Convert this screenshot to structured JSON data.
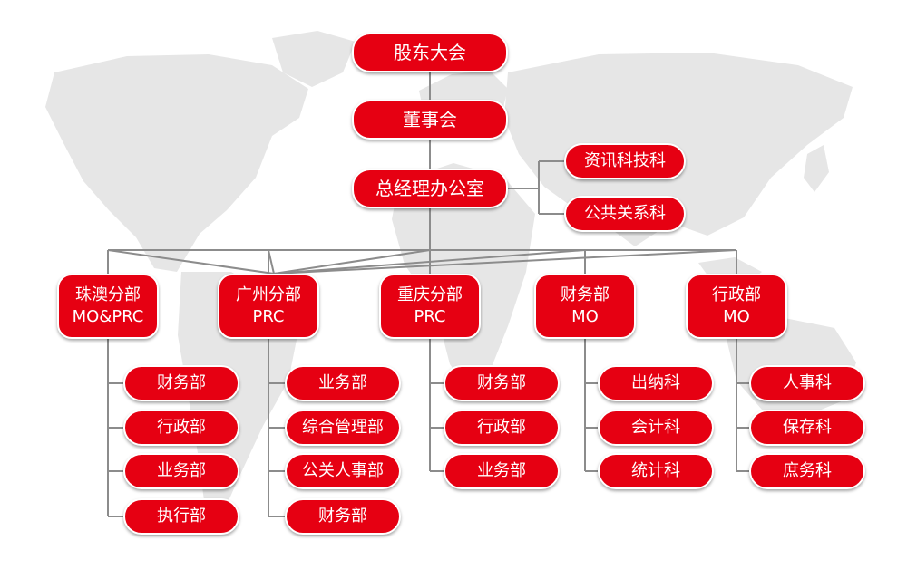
{
  "colors": {
    "node_fill": "#e60012",
    "node_text": "#ffffff",
    "connector": "#8c8c8c",
    "map": "#e6e6e6"
  },
  "top": {
    "shareholders": "股东大会",
    "board": "董事会",
    "gm_office": "总经理办公室"
  },
  "gm_side": [
    "资讯科技科",
    "公共关系科"
  ],
  "divisions": [
    {
      "name": "珠澳分部",
      "sub": "MO&PRC",
      "items": [
        "财务部",
        "行政部",
        "业务部",
        "执行部"
      ]
    },
    {
      "name": "广州分部",
      "sub": "PRC",
      "items": [
        "业务部",
        "综合管理部",
        "公关人事部",
        "财务部"
      ]
    },
    {
      "name": "重庆分部",
      "sub": "PRC",
      "items": [
        "财务部",
        "行政部",
        "业务部"
      ]
    },
    {
      "name": "财务部",
      "sub": "MO",
      "items": [
        "出纳科",
        "会计科",
        "统计科"
      ]
    },
    {
      "name": "行政部",
      "sub": "MO",
      "items": [
        "人事科",
        "保存科",
        "庶务科"
      ]
    }
  ]
}
